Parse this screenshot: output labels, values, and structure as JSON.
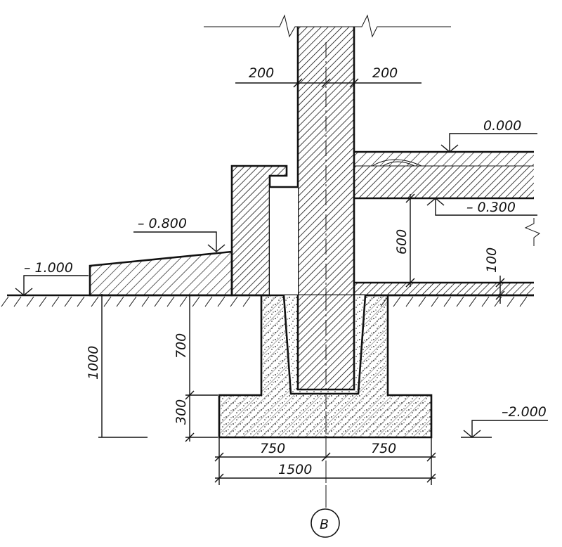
{
  "dimensions": {
    "wall_left": "200",
    "wall_right": "200",
    "gap_600": "600",
    "slab_100": "100",
    "depth_1000": "1000",
    "height_700": "700",
    "height_300": "300",
    "half_left": "750",
    "half_right": "750",
    "total_width": "1500"
  },
  "levels": {
    "floor_top": "0.000",
    "floor_bottom": "– 0.300",
    "blind_area": "– 0.800",
    "ground": "– 1.000",
    "footing_base": "–2.000"
  },
  "axis": {
    "label": "В"
  }
}
